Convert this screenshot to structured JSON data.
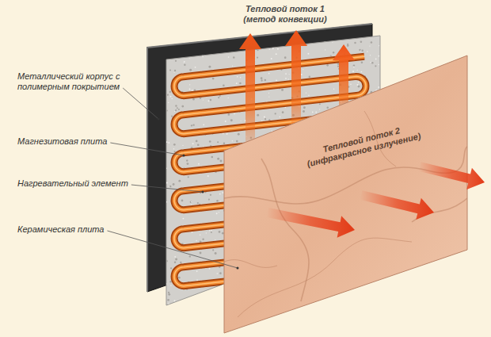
{
  "diagram": {
    "labels": [
      "Тепловой поток 1 (метод конвекции)",
      "Металлический корпус с полимерным покрытием",
      "Магнезитовая плита",
      "Нагревательный элемент",
      "Керамическая плита",
      "Тепловой поток 2 (инфракрасное излучение)"
    ]
  }
}
